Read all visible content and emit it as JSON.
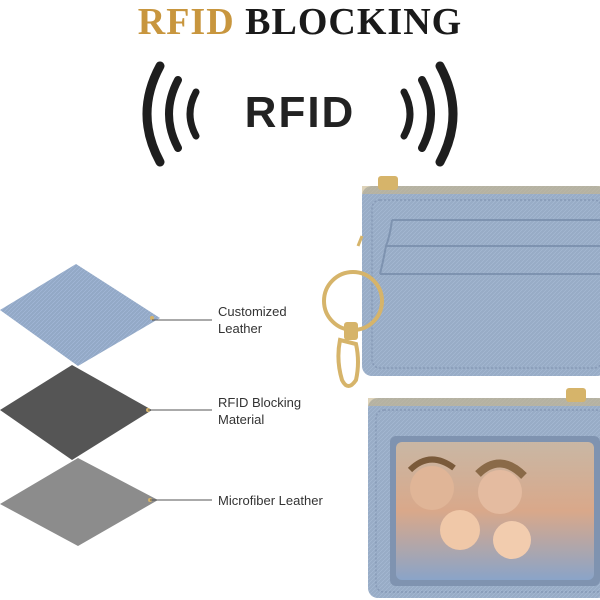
{
  "headline": {
    "part1": "RFID",
    "part2": " BLOCKING"
  },
  "badge": {
    "text": "RFID"
  },
  "layers": [
    {
      "label_line1": "Customized",
      "label_line2": "Leather",
      "color": "#93a9c6"
    },
    {
      "label_line1": "RFID Blocking",
      "label_line2": "Material",
      "color": "#5a5a5a"
    },
    {
      "label_line1": "Microfiber Leather",
      "label_line2": "",
      "color": "#8a8a8a"
    }
  ],
  "colors": {
    "gold": "#c8963e",
    "wallet_blue": "#98acc6",
    "hardware": "#d6b46a"
  },
  "icons": [
    "signal-waves-left-icon",
    "signal-waves-right-icon",
    "keyring-icon"
  ]
}
